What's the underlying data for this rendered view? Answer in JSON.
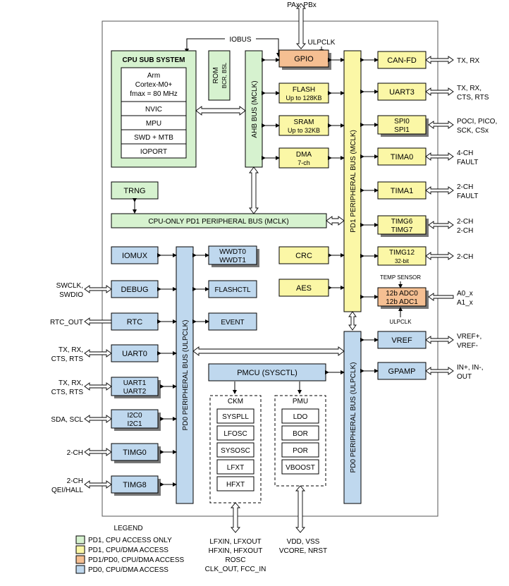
{
  "title": "",
  "top_pins": "PAx, PBx",
  "iobus": "IOBUS",
  "ulpclk_top": "ULPCLK",
  "cpu": {
    "title": "CPU SUB SYSTEM",
    "core_line1": "Arm",
    "core_line2": "Cortex-M0+",
    "core_line3": "fmax = 80 MHz",
    "items": [
      "NVIC",
      "MPU",
      "SWD + MTB",
      "IOPORT"
    ]
  },
  "rom": {
    "line1": "ROM",
    "line2": "BCR, BSL"
  },
  "ahb_bus": "AHB BUS (MCLK)",
  "gpio": "GPIO",
  "flash": {
    "name": "FLASH",
    "size": "Up to 128KB"
  },
  "sram": {
    "name": "SRAM",
    "size": "Up to 32KB"
  },
  "dma": {
    "name": "DMA",
    "ch": "7-ch"
  },
  "pd1_bus": "PD1 PERIPHERAL BUS (MCLK)",
  "trng": "TRNG",
  "cpu_only_bus": "CPU-ONLY  PD1 PERIPHERAL BUS (MCLK)",
  "crc": "CRC",
  "aes": "AES",
  "right_pd1": {
    "canfd": {
      "name": "CAN-FD",
      "pins": "TX, RX"
    },
    "uart3": {
      "name": "UART3",
      "pins1": "TX, RX,",
      "pins2": "CTS, RTS"
    },
    "spi": {
      "name1": "SPI0",
      "name2": "SPI1",
      "pins1": "POCI, PICO,",
      "pins2": "SCK, CSx"
    },
    "tima0": {
      "name": "TIMA0",
      "pins1": "4-CH",
      "pins2": "FAULT"
    },
    "tima1": {
      "name": "TIMA1",
      "pins1": "2-CH",
      "pins2": "FAULT"
    },
    "timg67": {
      "name1": "TIMG6",
      "name2": "TIMG7",
      "pins1": "2-CH",
      "pins2": "2-CH"
    },
    "timg12": {
      "name": "TIMG12",
      "sub": "32-bit",
      "pins": "2-CH"
    },
    "temp_sensor": "TEMP SENSOR",
    "adc": {
      "name1": "12b ADC0",
      "name2": "12b ADC1",
      "pins1": "A0_x",
      "pins2": "A1_x"
    },
    "ulpclk": "ULPCLK"
  },
  "left_pd0": {
    "iomux": "IOMUX",
    "debug": {
      "name": "DEBUG",
      "pins1": "SWCLK,",
      "pins2": "SWDIO"
    },
    "rtc": {
      "name": "RTC",
      "pins": "RTC_OUT"
    },
    "uart0": {
      "name": "UART0",
      "pins1": "TX, RX,",
      "pins2": "CTS, RTS"
    },
    "uart12": {
      "name1": "UART1",
      "name2": "UART2",
      "pins1": "TX, RX,",
      "pins2": "CTS, RTS"
    },
    "i2c": {
      "name1": "I2C0",
      "name2": "I2C1",
      "pins": "SDA, SCL"
    },
    "timg0": {
      "name": "TIMG0",
      "pins": "2-CH"
    },
    "timg8": {
      "name": "TIMG8",
      "pins1": "2-CH",
      "pins2": "QEI/HALL"
    }
  },
  "pd0_bus": "PD0 PERIPHERAL BUS (ULPCLK)",
  "wwdt": {
    "name1": "WWDT0",
    "name2": "WWDT1"
  },
  "flashctl": "FLASHCTL",
  "event": "EVENT",
  "vref": {
    "name": "VREF",
    "pins1": "VREF+,",
    "pins2": "VREF-"
  },
  "gpamp": {
    "name": "GPAMP",
    "pins1": "IN+, IN-,",
    "pins2": "OUT"
  },
  "pmcu": "PMCU (SYSCTL)",
  "ckm": {
    "title": "CKM",
    "items": [
      "SYSPLL",
      "LFOSC",
      "SYSOSC",
      "LFXT",
      "HFXT"
    ]
  },
  "pmu": {
    "title": "PMU",
    "items": [
      "LDO",
      "BOR",
      "POR",
      "VBOOST"
    ]
  },
  "bottom_ckm": [
    "LFXIN, LFXOUT",
    "HFXIN, HFXOUT",
    "ROSC",
    "CLK_OUT, FCC_IN"
  ],
  "bottom_pmu": [
    "VDD, VSS",
    "VCORE, NRST"
  ],
  "legend": {
    "title": "LEGEND",
    "items": [
      {
        "label": "PD1, CPU ACCESS ONLY",
        "color": "#d6f2cf"
      },
      {
        "label": "PD1, CPU/DMA ACCESS",
        "color": "#fbf7a6"
      },
      {
        "label": "PD1/PD0, CPU/DMA ACCESS",
        "color": "#f5bf92"
      },
      {
        "label": "PD0, CPU/DMA ACCESS",
        "color": "#bfd8ee"
      }
    ]
  }
}
